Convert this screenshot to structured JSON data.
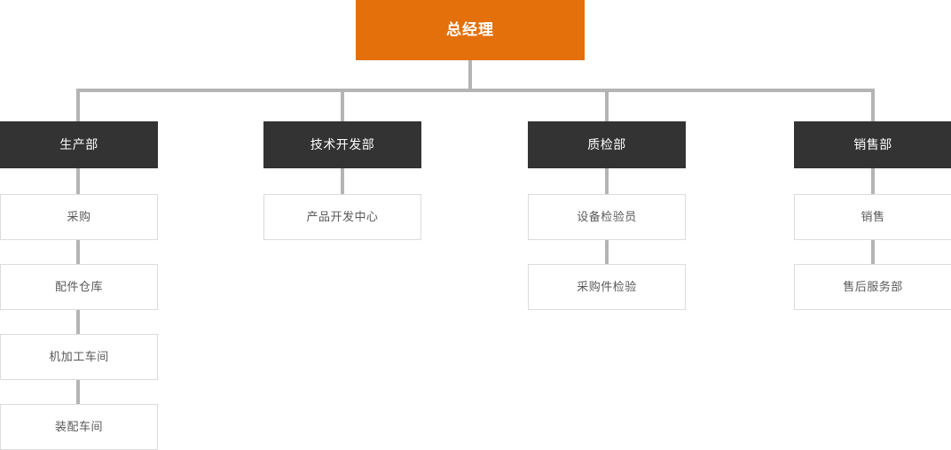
{
  "chart_data": {
    "type": "diagram",
    "title": "",
    "diagram_kind": "organization-chart",
    "orientation": "top-down",
    "colors": {
      "root_fill": "#e3700a",
      "root_text": "#ffffff",
      "department_fill": "#333333",
      "department_text": "#ffffff",
      "sub_fill": "#ffffff",
      "sub_border": "#dcdcdc",
      "sub_text": "#595959",
      "connector": "#b4b4b4",
      "background": "#ffffff"
    }
  },
  "root": {
    "label": "总经理"
  },
  "branches": [
    {
      "department": "生产部",
      "children": [
        {
          "label": "采购"
        },
        {
          "label": "配件仓库"
        },
        {
          "label": "机加工车间"
        },
        {
          "label": "装配车间"
        }
      ]
    },
    {
      "department": "技术开发部",
      "children": [
        {
          "label": "产品开发中心"
        }
      ]
    },
    {
      "department": "质检部",
      "children": [
        {
          "label": "设备检验员"
        },
        {
          "label": "采购件检验"
        }
      ]
    },
    {
      "department": "销售部",
      "children": [
        {
          "label": "销售"
        },
        {
          "label": "售后服务部"
        }
      ]
    }
  ]
}
